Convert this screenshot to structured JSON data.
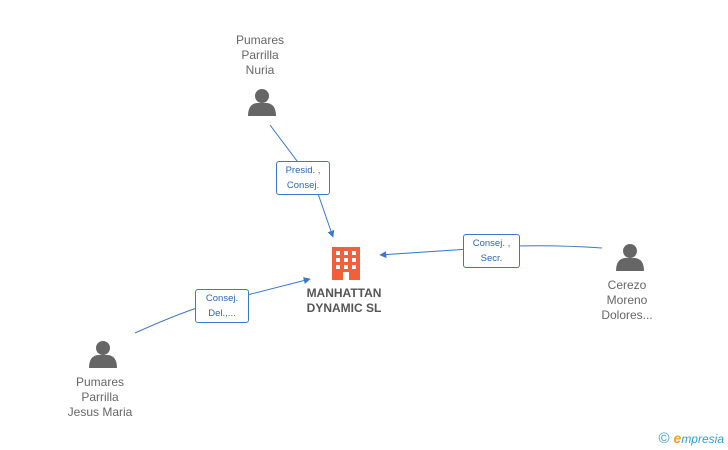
{
  "colors": {
    "edge": "#3a78c9",
    "person_icon": "#666666",
    "company_icon": "#f0603a"
  },
  "company": {
    "icon": "building-icon",
    "name_line1": "MANHATTAN",
    "name_line2": "DYNAMIC SL"
  },
  "people": [
    {
      "icon": "person-icon",
      "lines": [
        "Pumares",
        "Parrilla",
        "Nuria"
      ]
    },
    {
      "icon": "person-icon",
      "lines": [
        "Cerezo",
        "Moreno",
        "Dolores..."
      ]
    },
    {
      "icon": "person-icon",
      "lines": [
        "Pumares",
        "Parrilla",
        "Jesus Maria"
      ]
    }
  ],
  "relations": [
    {
      "line1": "Presid. ,",
      "line2": "Consej."
    },
    {
      "line1": "Consej. ,",
      "line2": "Secr."
    },
    {
      "line1": "Consej.",
      "line2": "Del.,..."
    }
  ],
  "brand": {
    "copyright": "©",
    "e": "e",
    "name_rest": "mpresia"
  }
}
